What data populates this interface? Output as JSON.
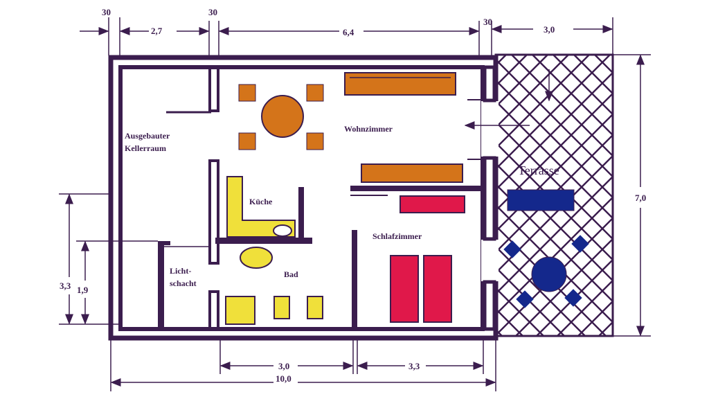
{
  "colors": {
    "wall": "#3b1d4e",
    "orange": "#d4741a",
    "yellow": "#f0e03a",
    "red": "#e0184a",
    "blue": "#14288c"
  },
  "dimensions": {
    "top": {
      "wall1": "30",
      "keller": "2,7",
      "wall2": "30",
      "wohn": "6,4",
      "wall3": "30",
      "terrasse": "3,0"
    },
    "right": {
      "height": "7,0"
    },
    "left": {
      "outer": "3,3",
      "inner": "1,9"
    },
    "bottom": {
      "bad": "3,0",
      "schlaf": "3,3",
      "total": "10,0"
    }
  },
  "rooms": {
    "keller_line1": "Ausgebauter",
    "keller_line2": "Kellerraum",
    "wohnzimmer": "Wohnzimmer",
    "kueche": "Küche",
    "schlafzimmer": "Schlafzimmer",
    "licht_line1": "Licht-",
    "licht_line2": "schacht",
    "bad": "Bad",
    "terrasse": "Terrasse"
  }
}
